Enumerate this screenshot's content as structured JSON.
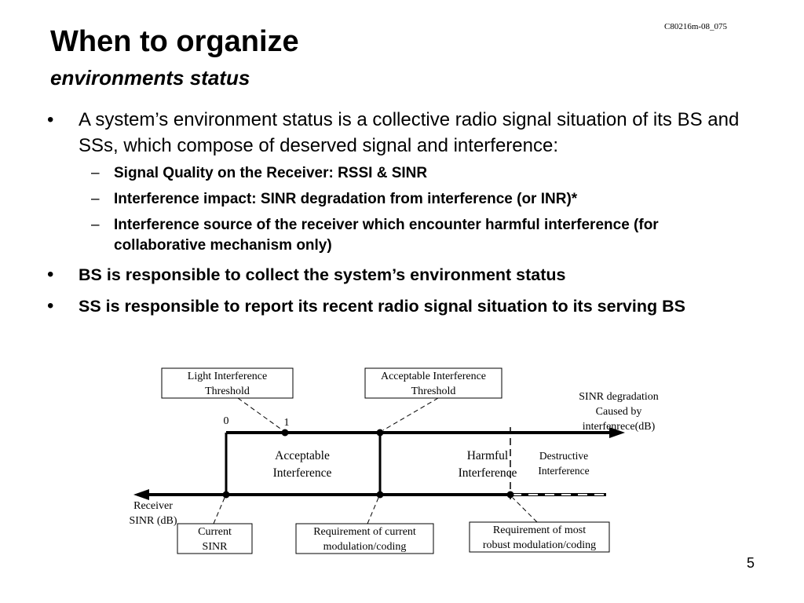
{
  "doc_id": "C80216m-08_075",
  "title": "When to organize",
  "subtitle": "environments status",
  "bullets": [
    {
      "text": "A system’s environment status is a collective radio signal situation of its BS and SSs, which compose of deserved signal and interference:",
      "sub": [
        "Signal Quality on the Receiver: RSSI & SINR",
        "Interference impact: SINR degradation from interference (or INR)*",
        "Interference source of the receiver which encounter harmful interference (for collaborative mechanism only)"
      ]
    },
    {
      "text": "BS is responsible to collect the system’s environment status"
    },
    {
      "text": "SS is responsible to report its recent radio signal situation to its serving BS"
    }
  ],
  "bullet_marker": "•",
  "sub_marker": "–",
  "diagram": {
    "box_light": [
      "Light Interference",
      "Threshold"
    ],
    "box_acceptable": [
      "Acceptable Interference",
      "Threshold"
    ],
    "axis_sinr_degradation": [
      "SINR degradation",
      "Caused by",
      "interfenrece(dB)"
    ],
    "tick_zero": "0",
    "tick_one": "1",
    "region_acceptable": [
      "Acceptable",
      "Interference"
    ],
    "region_harmful": [
      "Harmful",
      "Interference"
    ],
    "region_destructive": [
      "Destructive",
      "Interference"
    ],
    "axis_receiver_sinr": [
      "Receiver",
      "SINR (dB)"
    ],
    "box_current": [
      "Current",
      "SINR"
    ],
    "box_req_current": [
      "Requirement of current",
      "modulation/coding"
    ],
    "box_req_robust": [
      "Requirement of most",
      "robust modulation/coding"
    ]
  },
  "page_number": "5"
}
